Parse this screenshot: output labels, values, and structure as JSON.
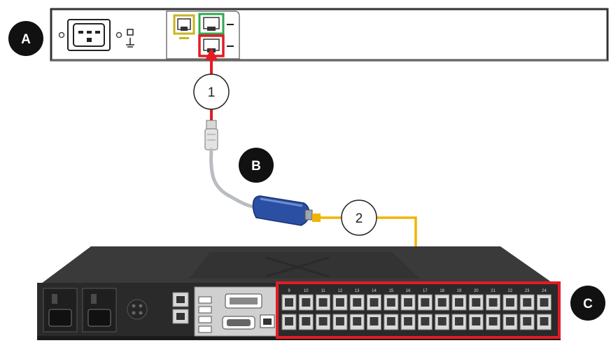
{
  "labels": {
    "a": "A",
    "b": "B",
    "c": "C"
  },
  "callouts": {
    "one": "1",
    "two": "2"
  },
  "switch": {
    "port_numbers": [
      "9",
      "10",
      "11",
      "12",
      "13",
      "14",
      "15",
      "16",
      "17",
      "18",
      "19",
      "20",
      "21",
      "22",
      "23",
      "24"
    ],
    "port_rows": 2,
    "port_cols": 16
  },
  "colors": {
    "badge": "#111111",
    "red_cable": "#e31b23",
    "yellow_cable": "#f2b400",
    "green_port": "#2fa84f",
    "yellow_port": "#c9b51e",
    "highlight": "#e31b23",
    "chassis": "#2e2e2e",
    "dongle": "#2b4fa3",
    "grey_cable": "#b9bcc0"
  }
}
